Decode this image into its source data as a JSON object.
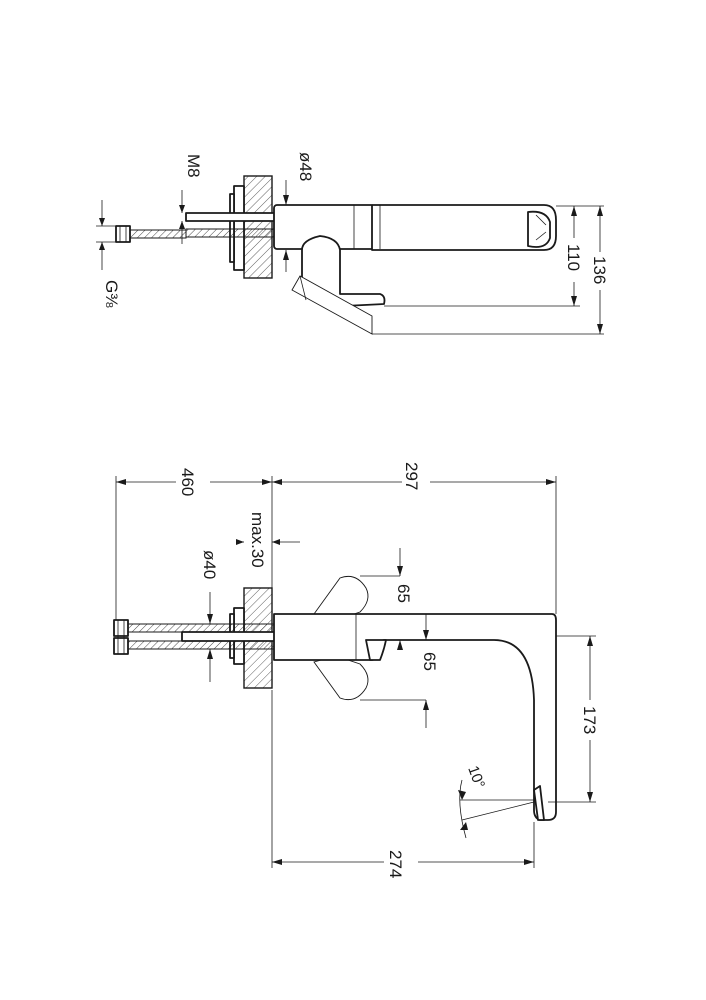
{
  "top_view": {
    "dim_diameter_48": "ø48",
    "dim_m8": "M8",
    "dim_g38": "G⅜",
    "dim_110": "110",
    "dim_136": "136"
  },
  "side_view": {
    "dim_460": "460",
    "dim_297": "297",
    "dim_max30": "max.30",
    "dim_diameter_40": "ø40",
    "dim_65_upper": "65",
    "dim_65_lower": "65",
    "dim_173": "173",
    "dim_10deg": "10°",
    "dim_274": "274"
  }
}
